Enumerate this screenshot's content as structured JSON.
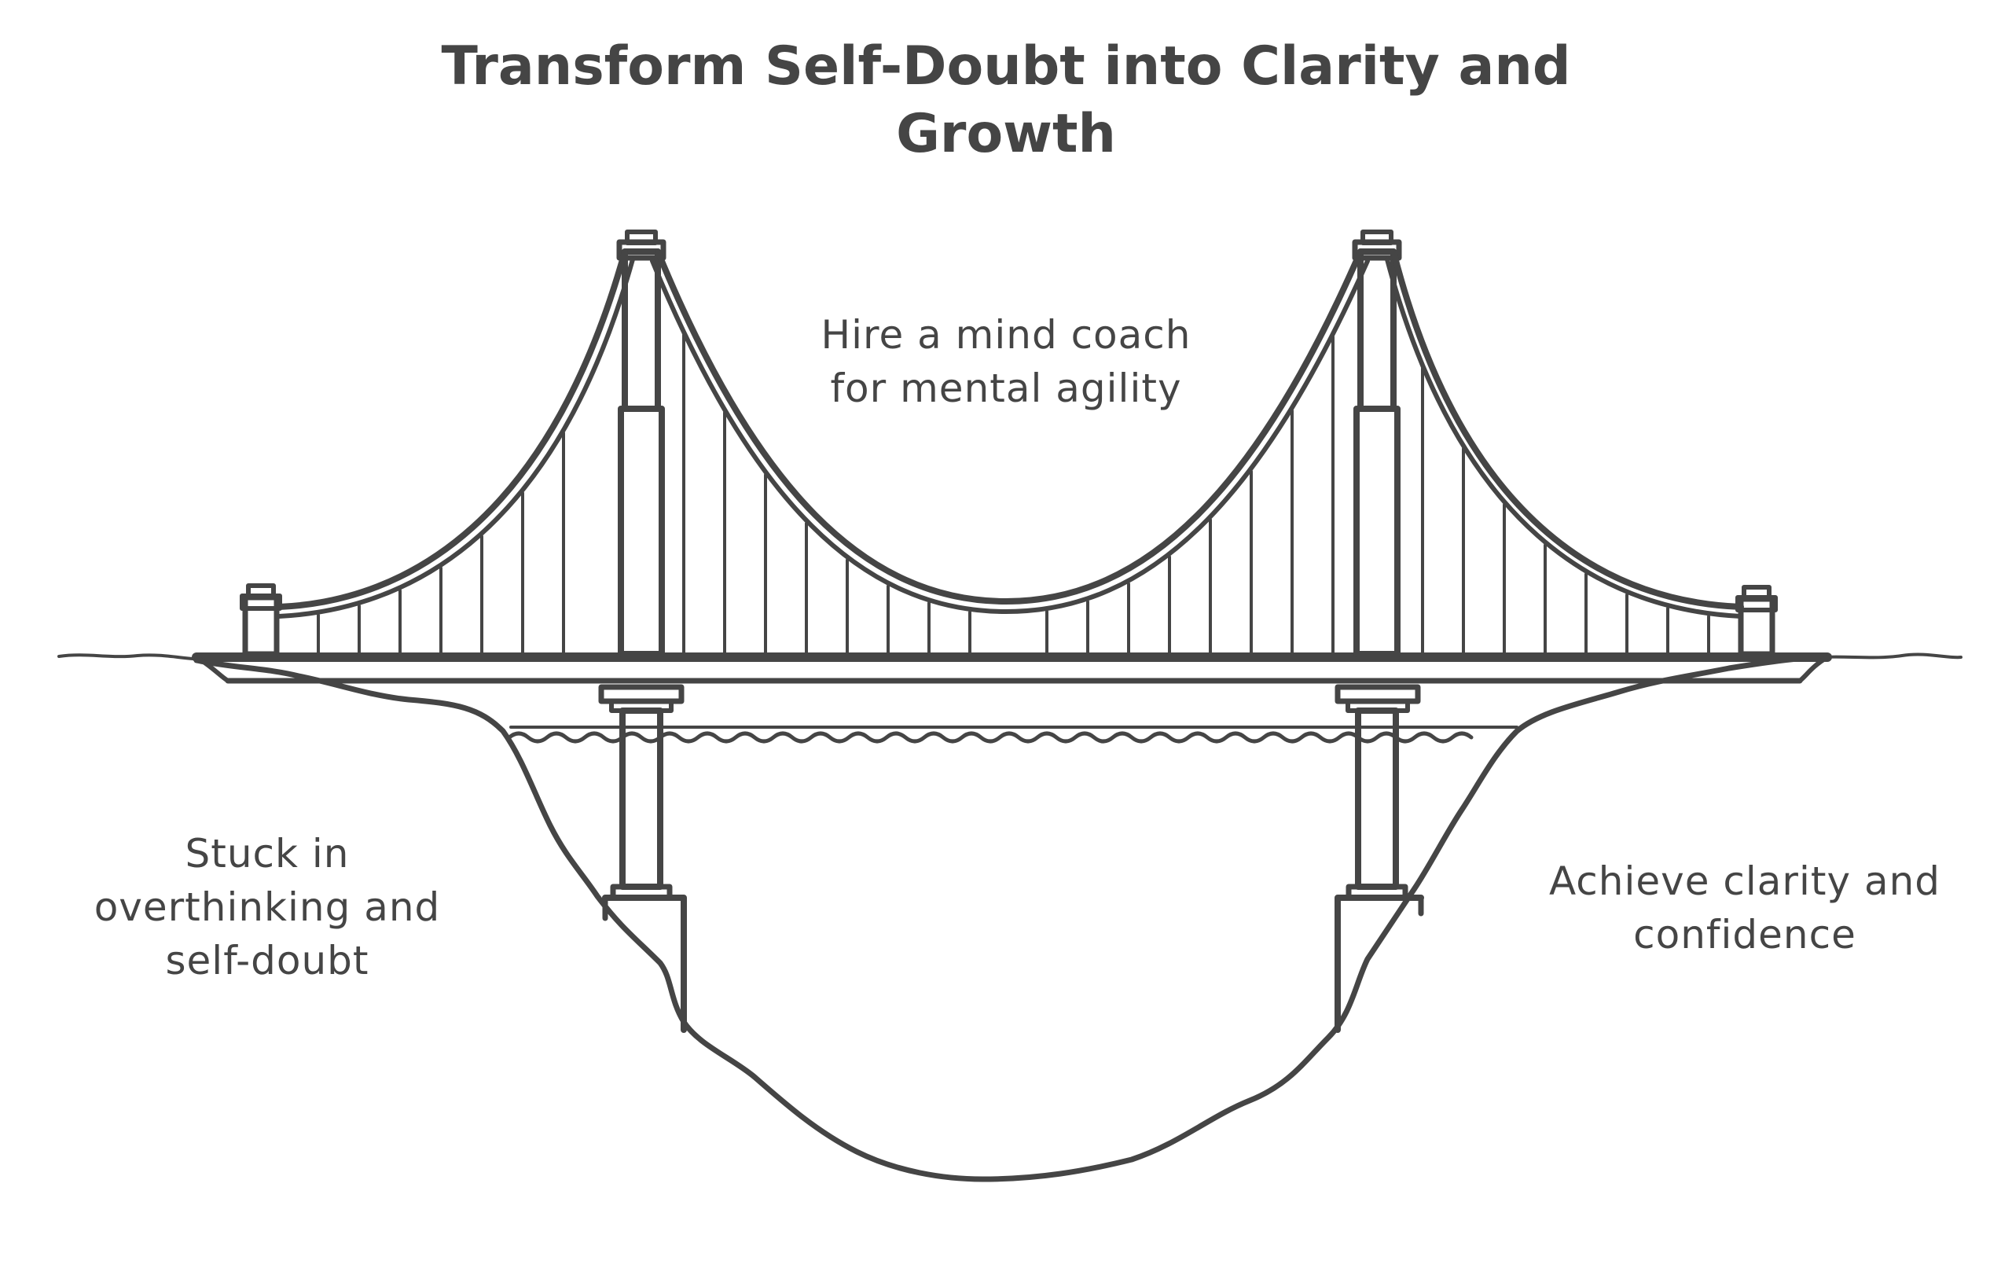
{
  "title": {
    "line1": "Transform Self-Doubt into Clarity and",
    "line2": "Growth"
  },
  "labels": {
    "middle": {
      "line1": "Hire a mind coach",
      "line2": "for mental agility"
    },
    "left": {
      "line1": "Stuck in",
      "line2": "overthinking and",
      "line3": "self-doubt"
    },
    "right": {
      "line1": "Achieve clarity and",
      "line2": "confidence"
    }
  },
  "colors": {
    "ink": "#454545",
    "background": "#ffffff"
  },
  "illustration": "suspension-bridge-over-gorge"
}
